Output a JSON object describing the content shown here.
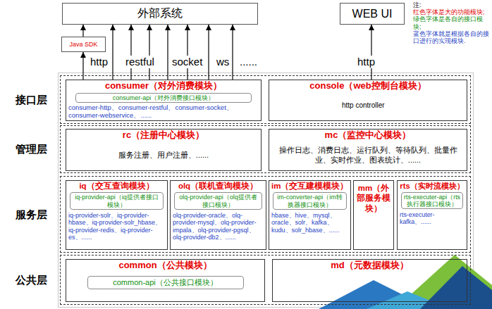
{
  "diagram": {
    "nodes": [
      {
        "text": [
          "外部系统"
        ]
      },
      {
        "text": [
          "WEB UI"
        ]
      },
      {
        "text": [
          "Java SDK"
        ]
      },
      {
        "text": [
          "接口层"
        ]
      },
      {
        "text": [
          "consumer（对外消费模块）",
          "consumer-http、consumer-restful、consumer-socket、consumer-webservice、......"
        ],
        "in": 3
      },
      {
        "text": [
          "consumer-api（对外消费接口模块）"
        ],
        "in": 4
      },
      {
        "text": [
          "console（web控制台模块）",
          "http controller"
        ],
        "in": 3
      },
      {
        "text": [
          "管理层"
        ]
      },
      {
        "text": [
          "rc（注册中心模块）",
          "服务注册、用户注册、......"
        ],
        "in": 7
      },
      {
        "text": [
          "mc（监控中心模块）",
          "操作日志、消费日志、运行队列、等待队列、批量作业、实时作业、图表统计、......"
        ],
        "in": 7
      },
      {
        "text": [
          "服务层"
        ]
      },
      {
        "text": [
          "iq（交互查询模块）",
          "iq-provider-solr、iq-provider-hbase、iq-provider-solr_hbase、iq-provider-redis、iq-provider-es、......"
        ],
        "in": 10
      },
      {
        "text": [
          "iq-provider-api（iq提供者接口模块）"
        ],
        "in": 11
      },
      {
        "text": [
          "olq（联机查询模块）",
          "olq-provider-oracle、olq-provider-mysql、olq-provider-impala、olq-provider-pgsql、olq-provider-db2、......"
        ],
        "in": 10
      },
      {
        "text": [
          "olq-provider-api（olq提供者接口模块）"
        ],
        "in": 13
      },
      {
        "text": [
          "im（交互建模模块）",
          "hbase、hive、mysql、oracle、solr、kafka、kudu、solr_hbase、......"
        ],
        "in": 10
      },
      {
        "text": [
          "im-converter-api（im转换器接口模块）"
        ],
        "in": 15
      },
      {
        "text": [
          "mm（外部服务模块）"
        ],
        "in": 10
      },
      {
        "text": [
          "rts（实时流模块）",
          "rts-executer-kafka、......"
        ],
        "in": 10
      },
      {
        "text": [
          "rts-executer-api（rts执行器接口模块）"
        ],
        "in": 18
      },
      {
        "text": [
          "公共层"
        ]
      },
      {
        "text": [
          "common（公共模块）"
        ],
        "in": 20
      },
      {
        "text": [
          "common-api（公共接口模块）"
        ],
        "in": 21
      },
      {
        "text": [
          "md（元数据模块）"
        ],
        "in": 20
      }
    ],
    "edges": [
      {
        "from": 4,
        "to": 2,
        "arrow": "to"
      },
      {
        "from": 2,
        "to": 0,
        "arrow": "to"
      },
      {
        "from": 4,
        "to": 0,
        "arrow": "to"
      },
      {
        "from": 4,
        "to": 0,
        "arrow": "to"
      },
      {
        "from": 4,
        "to": 0,
        "arrow": "to"
      },
      {
        "from": 4,
        "to": 0,
        "arrow": "to"
      },
      {
        "from": 4,
        "to": 0,
        "arrow": "to"
      },
      {
        "from": 4,
        "to": 0,
        "arrow": "to"
      },
      {
        "from": 4,
        "to": 0,
        "arrow": "to"
      },
      {
        "from": 6,
        "to": 1,
        "arrow": "to"
      }
    ],
    "labels": [
      "http",
      "restful",
      "socket",
      "ws",
      "......",
      "http",
      "注:",
      "红色字体是大的功能模块;",
      "绿色字体是各自的接口模块;",
      "蓝色字体就是根据各自的接口进行的实现模块."
    ]
  }
}
